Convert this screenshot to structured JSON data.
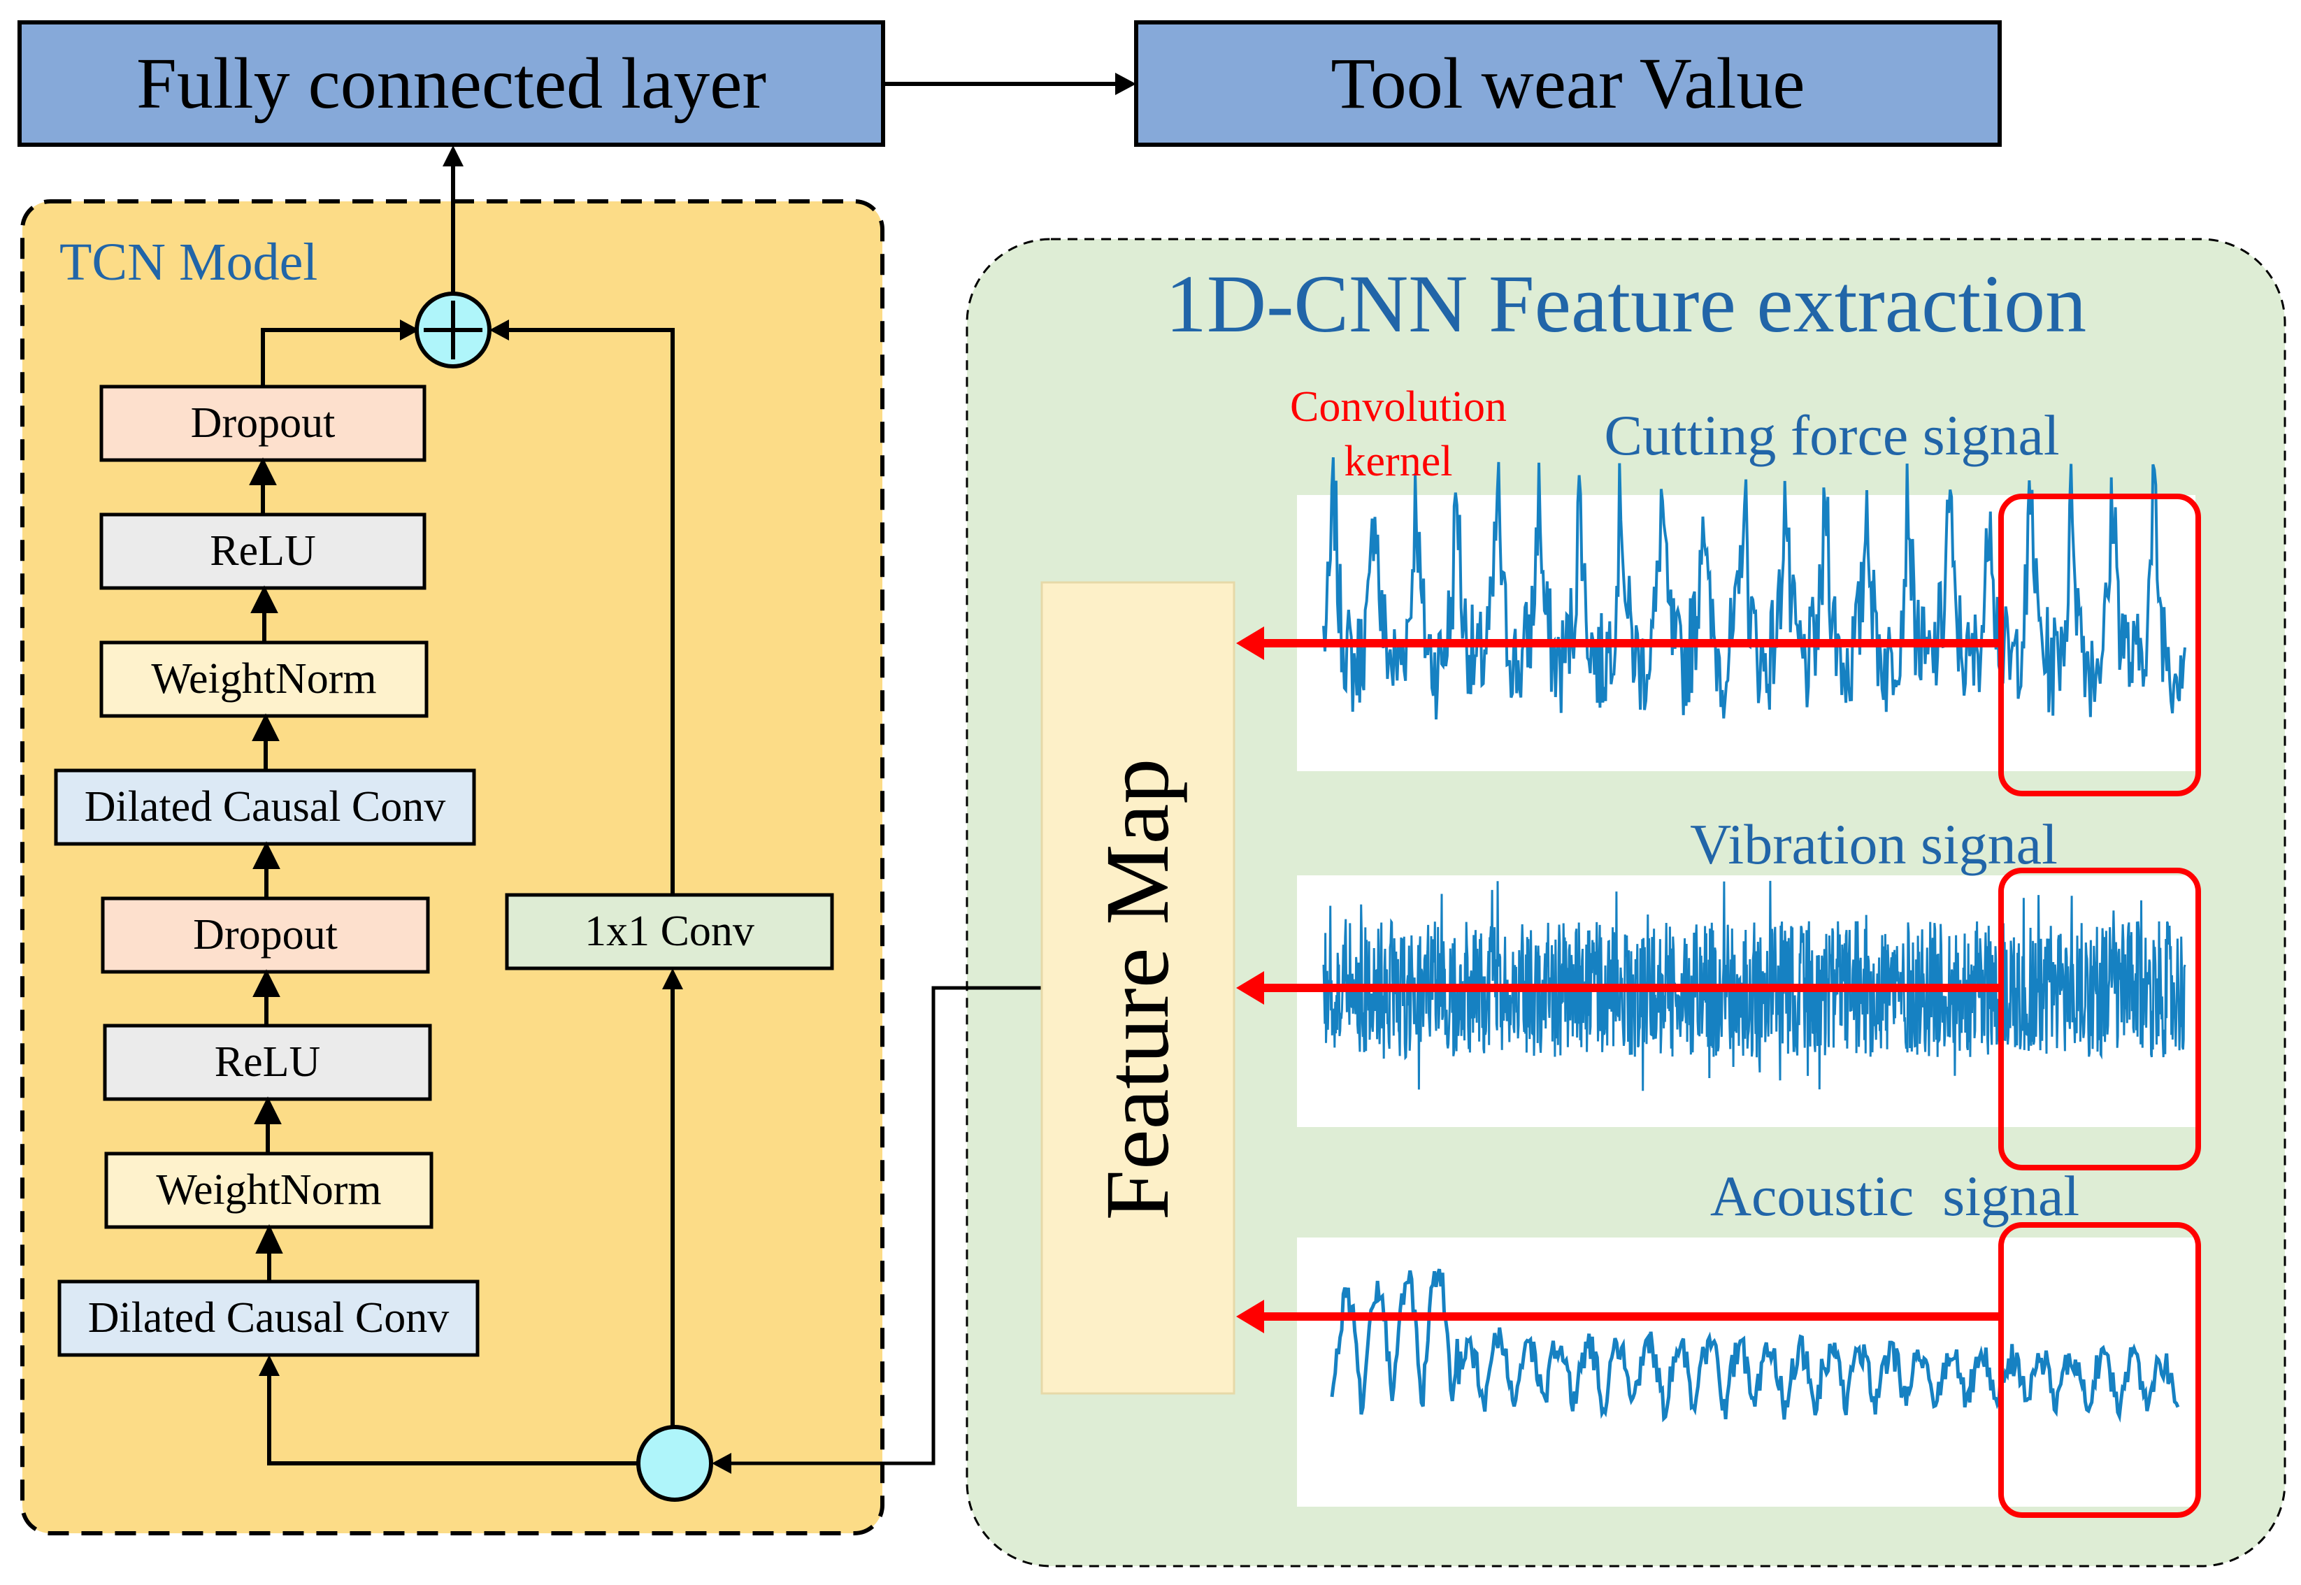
{
  "top": {
    "fc_label": "Fully connected layer",
    "output_label": "Tool wear Value"
  },
  "tcn": {
    "title": "TCN Model",
    "left_stack": [
      "Dropout",
      "ReLU",
      "WeightNorm",
      "Dilated Causal Conv",
      "Dropout",
      "ReLU",
      "WeightNorm",
      "Dilated Causal Conv"
    ],
    "residual_conv": "1x1 Conv"
  },
  "cnn": {
    "title": "1D-CNN Feature extraction",
    "kernel_label_line1": "Convolution",
    "kernel_label_line2": "kernel",
    "feature_map": "Feature Map",
    "signals": [
      "Cutting force signal",
      "Vibration signal",
      "Acoustic  signal"
    ]
  },
  "colors": {
    "header_box": "#86a9d9",
    "tcn_panel": "#fcdc87",
    "cnn_panel": "#deedd5",
    "dropout": "#fde0cd",
    "relu": "#ebebeb",
    "weightnorm": "#fef2cc",
    "dilated": "#dce9f5",
    "conv1x1": "#deecd4",
    "feature_map": "#fdf0c8",
    "node": "#aff5fa",
    "signal": "#1681c2",
    "kernel": "#ff0000",
    "title_blue": "#2165a8"
  }
}
